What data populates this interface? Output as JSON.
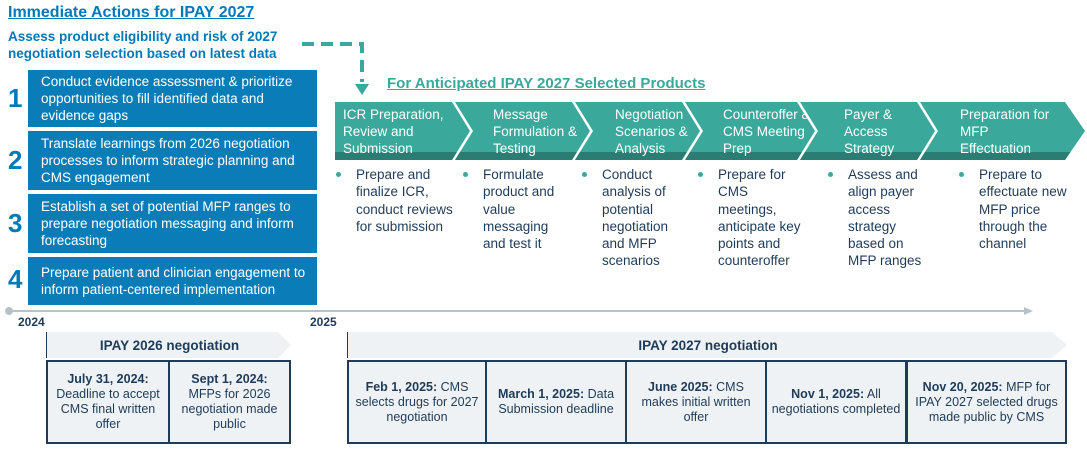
{
  "title": "Immediate Actions for IPAY 2027",
  "subtitle": "Assess product eligibility and risk of 2027 negotiation selection based on latest data",
  "actions": [
    {
      "num": "1",
      "text": "Conduct evidence assessment & prioritize opportunities to fill identified data and evidence gaps"
    },
    {
      "num": "2",
      "text": "Translate learnings from 2026 negotiation processes to inform strategic planning and CMS engagement"
    },
    {
      "num": "3",
      "text": "Establish a set of potential MFP ranges to prepare negotiation messaging and inform forecasting"
    },
    {
      "num": "4",
      "text": "Prepare patient and clinician engagement to inform patient-centered implementation"
    }
  ],
  "anticipated_title": "For Anticipated IPAY 2027 Selected Products",
  "phases": [
    {
      "label": "ICR Preparation, Review and Submission",
      "bullet": "Prepare and finalize ICR, conduct reviews for submission"
    },
    {
      "label": "Message Formulation & Testing",
      "bullet": "Formulate product and value messaging and test it"
    },
    {
      "label": "Negotiation Scenarios & Analysis",
      "bullet": "Conduct analysis of potential negotiation and MFP scenarios"
    },
    {
      "label": "Counteroffer & CMS Meeting Prep",
      "bullet": "Prepare for CMS meetings, anticipate key points and counteroffer"
    },
    {
      "label": "Payer & Access Strategy",
      "bullet": "Assess and align payer access strategy based on MFP ranges"
    },
    {
      "label": "Preparation for MFP Effectuation",
      "bullet": "Prepare to effectuate new MFP price through the channel"
    }
  ],
  "timeline": {
    "year1": "2024",
    "year2": "2025"
  },
  "ipay2026": {
    "header": "IPAY 2026 negotiation",
    "events": [
      {
        "date": "July 31, 2024:",
        "text": "Deadline to accept CMS final written offer"
      },
      {
        "date": "Sept 1, 2024:",
        "text": "MFPs for 2026 negotiation made public"
      }
    ]
  },
  "ipay2027": {
    "header": "IPAY 2027 negotiation",
    "events": [
      {
        "date": "Feb 1, 2025:",
        "text": "CMS selects drugs for 2027 negotiation"
      },
      {
        "date": "March 1, 2025:",
        "text": "Data Submission deadline"
      },
      {
        "date": "June 2025:",
        "text": "CMS makes initial written offer"
      },
      {
        "date": "Nov 1, 2025:",
        "text": "All negotiations completed"
      },
      {
        "date": "Nov 20, 2025:",
        "text": "MFP for IPAY 2027 selected drugs made public by CMS"
      }
    ]
  }
}
